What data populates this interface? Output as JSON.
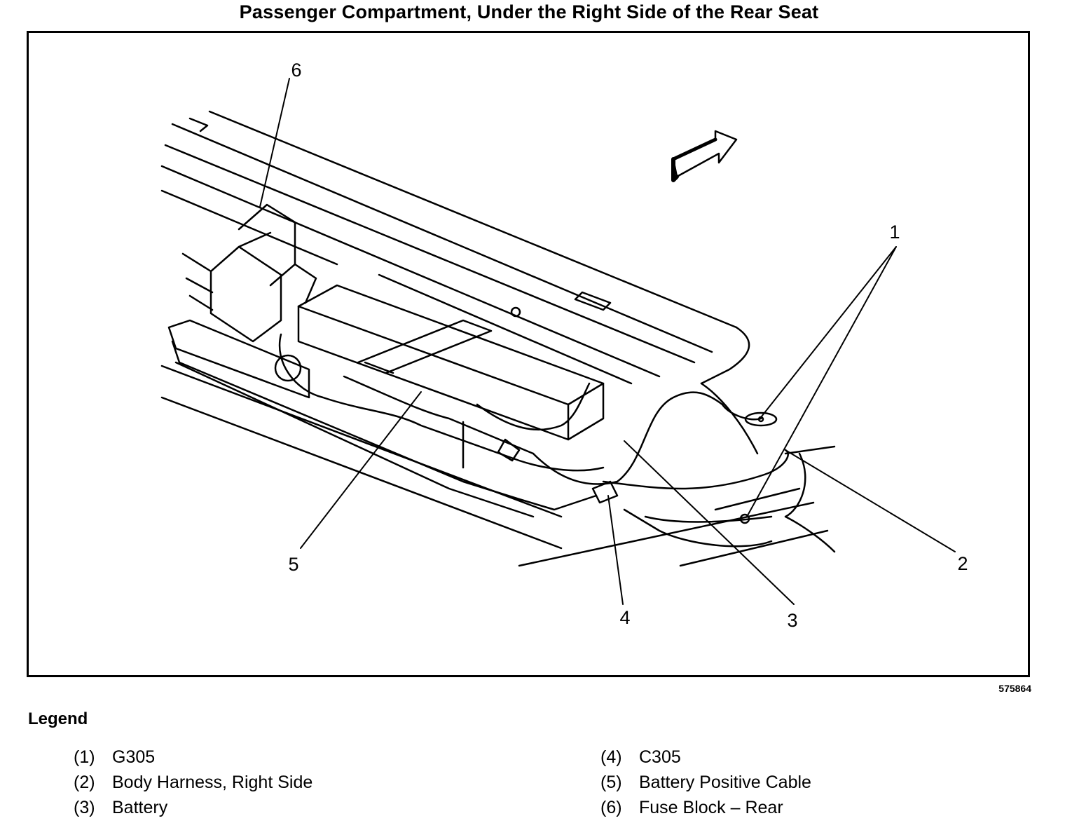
{
  "title": "Passenger Compartment, Under the Right Side of the Rear Seat",
  "figure_number": "575864",
  "legend_title": "Legend",
  "legend_items": [
    {
      "num": "(1)",
      "label": "G305"
    },
    {
      "num": "(2)",
      "label": "Body Harness, Right Side"
    },
    {
      "num": "(3)",
      "label": "Battery"
    },
    {
      "num": "(4)",
      "label": "C305"
    },
    {
      "num": "(5)",
      "label": "Battery Positive Cable"
    },
    {
      "num": "(6)",
      "label": "Fuse Block – Rear"
    }
  ],
  "callouts": [
    "1",
    "2",
    "3",
    "4",
    "5",
    "6"
  ]
}
